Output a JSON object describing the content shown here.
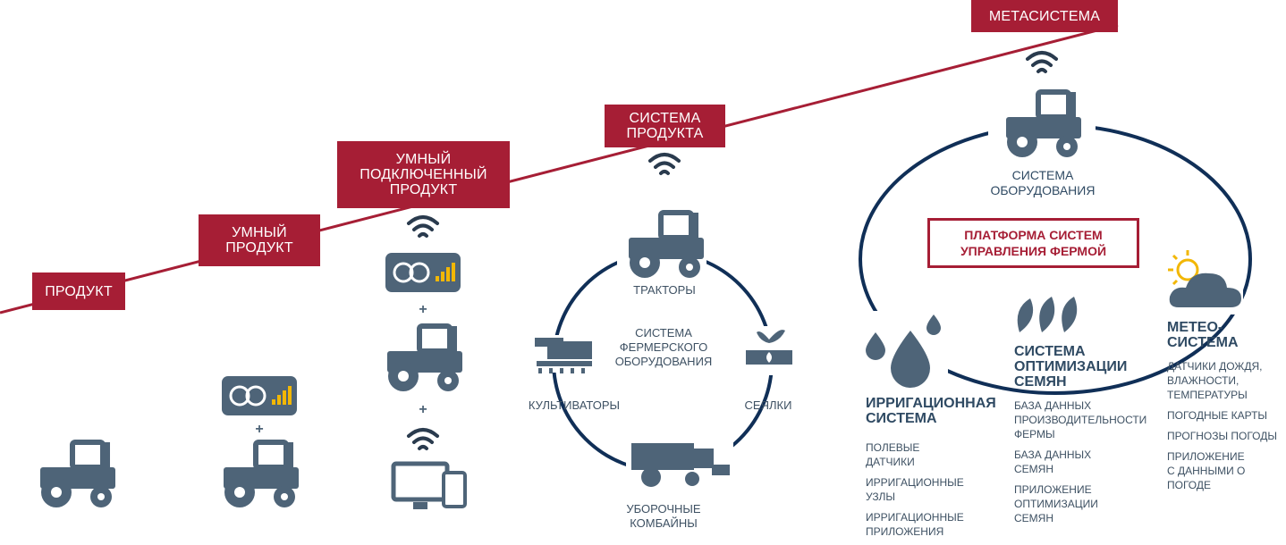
{
  "colors": {
    "accent": "#a61e35",
    "icon": "#4e6478",
    "ring": "#102f57",
    "text": "#3e5163"
  },
  "stages": {
    "product": "ПРОДУКТ",
    "smart_product": [
      "УМНЫЙ",
      "ПРОДУКТ"
    ],
    "smart_connected": [
      "УМНЫЙ",
      "ПОДКЛЮЧЕННЫЙ",
      "ПРОДУКТ"
    ],
    "product_system": [
      "СИСТЕМА",
      "ПРОДУКТА"
    ],
    "metasystem": "МЕТАСИСТЕМА"
  },
  "product_system": {
    "center": [
      "СИСТЕМА",
      "ФЕРМЕРСКОГО",
      "ОБОРУДОВАНИЯ"
    ],
    "tractors": "ТРАКТОРЫ",
    "cultivators": "КУЛЬТИВАТОРЫ",
    "seeders": "СЕЯЛКИ",
    "harvesters": [
      "УБОРОЧНЫЕ",
      "КОМБАЙНЫ"
    ]
  },
  "plus_sign": "+",
  "metasystem": {
    "equipment": [
      "СИСТЕМА",
      "ОБОРУДОВАНИЯ"
    ],
    "platform": [
      "ПЛАТФОРМА СИСТЕМ",
      "УПРАВЛЕНИЯ ФЕРМОЙ"
    ],
    "irrigation": {
      "title": [
        "ИРРИГАЦИОННАЯ",
        "СИСТЕМА"
      ],
      "items": [
        [
          "ПОЛЕВЫЕ",
          "ДАТЧИКИ"
        ],
        [
          "ИРРИГАЦИОННЫЕ",
          "УЗЛЫ"
        ],
        [
          "ИРРИГАЦИОННЫЕ",
          "ПРИЛОЖЕНИЯ"
        ]
      ]
    },
    "seed": {
      "title": [
        "СИСТЕМА",
        "ОПТИМИЗАЦИИ",
        "СЕМЯН"
      ],
      "items": [
        [
          "БАЗА ДАННЫХ",
          "ПРОИЗВОДИТЕЛЬНОСТИ",
          "ФЕРМЫ"
        ],
        [
          "БАЗА ДАННЫХ",
          "СЕМЯН"
        ],
        [
          "ПРИЛОЖЕНИЕ",
          "ОПТИМИЗАЦИИ",
          "СЕМЯН"
        ]
      ]
    },
    "weather": {
      "title": [
        "МЕТЕО-",
        "СИСТЕМА"
      ],
      "items": [
        [
          "ДАТЧИКИ ДОЖДЯ,",
          "ВЛАЖНОСТИ,",
          "ТЕМПЕРАТУРЫ"
        ],
        [
          "ПОГОДНЫЕ КАРТЫ"
        ],
        [
          "ПРОГНОЗЫ ПОГОДЫ"
        ],
        [
          "ПРИЛОЖЕНИЕ",
          "С ДАННЫМИ О",
          "ПОГОДЕ"
        ]
      ]
    }
  }
}
